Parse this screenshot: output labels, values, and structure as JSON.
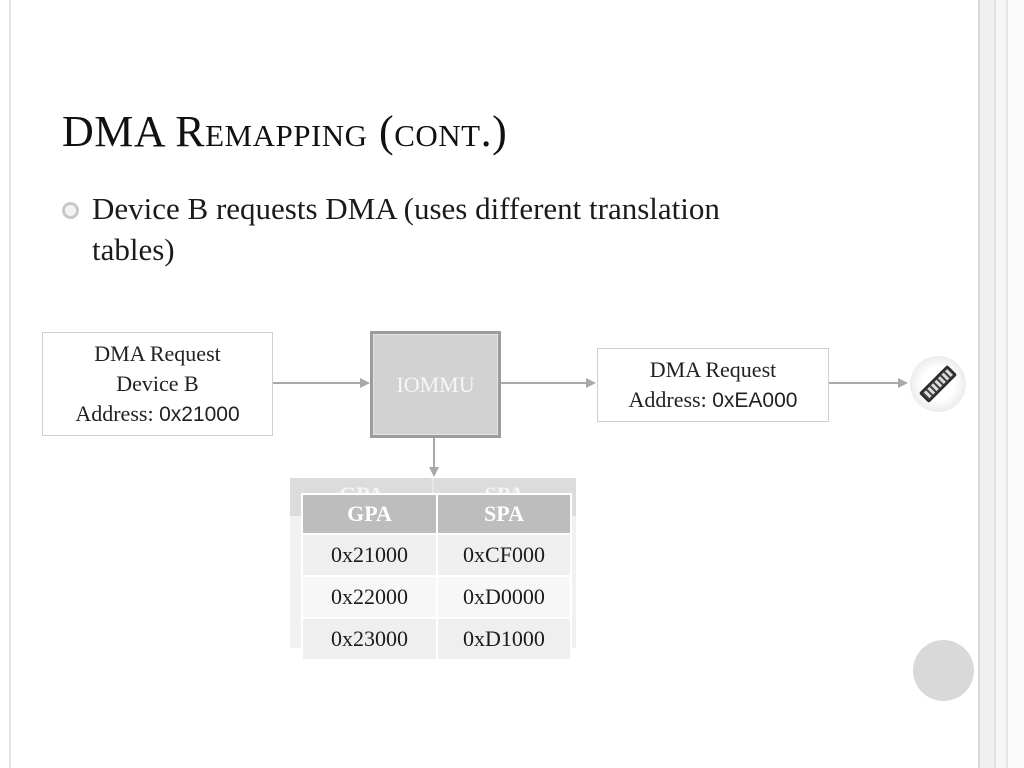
{
  "slide": {
    "title": "DMA Remapping (cont.)",
    "bullet": "Device B requests DMA (uses different translation tables)"
  },
  "diagram": {
    "source_box": {
      "line1": "DMA Request",
      "line2": "Device B",
      "address_label": "Address: ",
      "address_value": "0x21000"
    },
    "iommu_label": "IOMMU",
    "dest_box": {
      "line1": "DMA Request",
      "address_label": "Address: ",
      "address_value": "0xEA000"
    },
    "memory_icon": "memory-chip-icon",
    "ghost_table_headers": [
      "GPA",
      "SPA"
    ],
    "table": {
      "headers": [
        "GPA",
        "SPA"
      ],
      "rows": [
        [
          "0x21000",
          "0xCF000"
        ],
        [
          "0x22000",
          "0xD0000"
        ],
        [
          "0x23000",
          "0xD1000"
        ]
      ]
    }
  },
  "colors": {
    "iommu_fill": "#d2d2d2",
    "table_header": "#bdbdbd",
    "arrow": "#a9a9a9"
  }
}
